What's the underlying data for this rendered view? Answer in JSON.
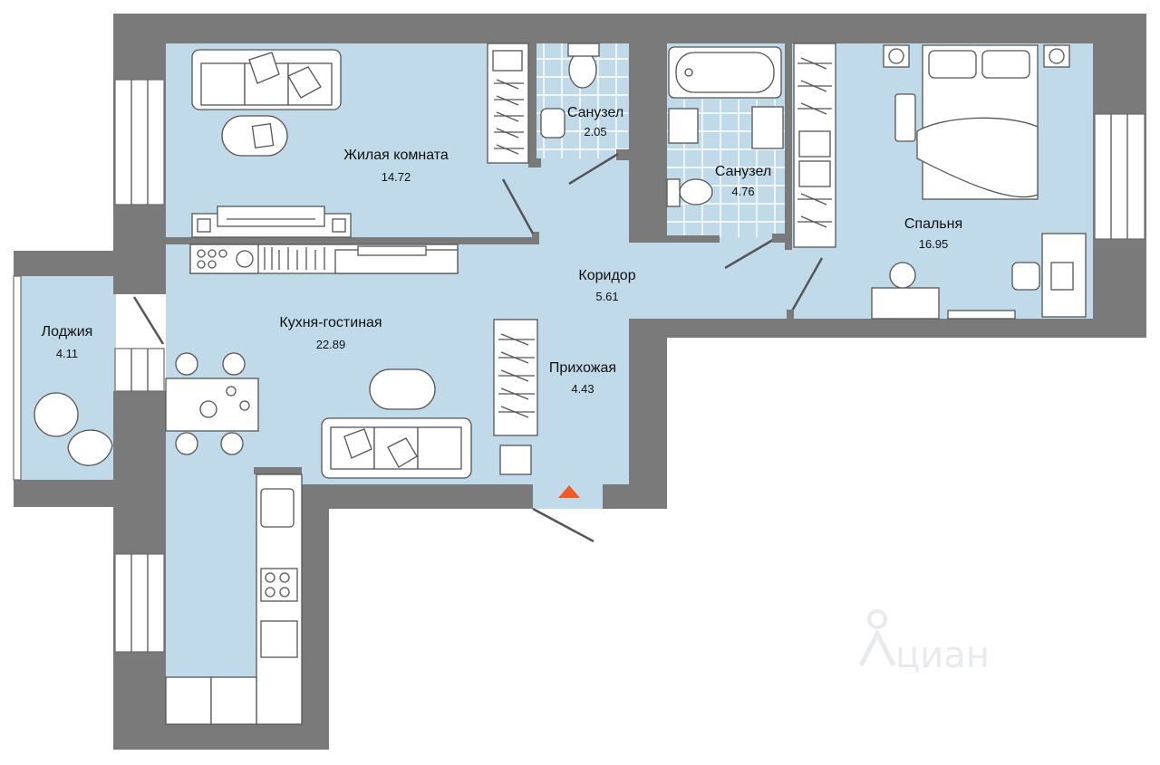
{
  "colors": {
    "wall": "#7a7a7a",
    "floor": "#c1dae9",
    "tile": "#c1dae9",
    "entrance_marker": "#f15a22",
    "furniture_stroke": "#555555"
  },
  "rooms": [
    {
      "id": "living-room",
      "name": "Жилая комната",
      "area": "14.72"
    },
    {
      "id": "bathroom-small",
      "name": "Санузел",
      "area": "2.05"
    },
    {
      "id": "bathroom-large",
      "name": "Санузел",
      "area": "4.76"
    },
    {
      "id": "bedroom",
      "name": "Спальня",
      "area": "16.95"
    },
    {
      "id": "corridor",
      "name": "Коридор",
      "area": "5.61"
    },
    {
      "id": "kitchen-living",
      "name": "Кухня-гостиная",
      "area": "22.89"
    },
    {
      "id": "loggia",
      "name": "Лоджия",
      "area": "4.11"
    },
    {
      "id": "hallway",
      "name": "Прихожая",
      "area": "4.43"
    }
  ],
  "watermark": "циан",
  "icons": [
    "entrance-arrow-icon",
    "watermark-logo-icon"
  ]
}
